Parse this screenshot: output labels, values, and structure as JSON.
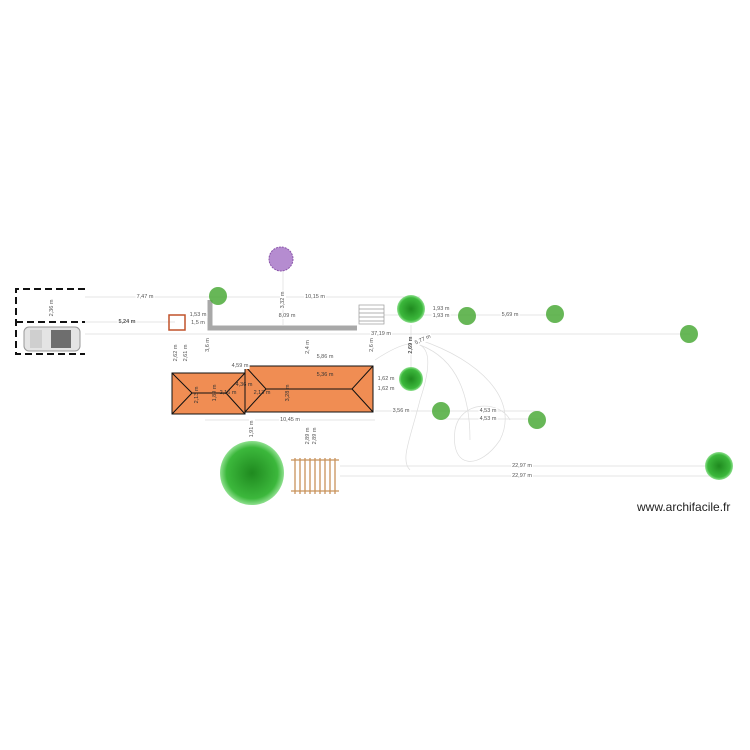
{
  "plan": {
    "dimensions": [
      "7,47 m",
      "2,36 m",
      "5,24 m",
      "1,53 m",
      "1,5 m",
      "3,32 m",
      "10,15 m",
      "8,09 m",
      "37,19 m",
      "2,62 m",
      "2,61 m",
      "3,6 m",
      "2,4 m",
      "2,6 m",
      "5,86 m",
      "4,59 m",
      "5,36 m",
      "2,13 m",
      "1,89 m",
      "4,36 m",
      "2,16 m",
      "2,13 m",
      "3,28 m",
      "10,45 m",
      "1,91 m",
      "2,89 m",
      "2,89 m",
      "1,93 m",
      "1,93 m",
      "5,69 m",
      "2,69 m",
      "5,77 m",
      "1,62 m",
      "1,62 m",
      "3,56 m",
      "4,53 m",
      "4,53 m",
      "22,97 m",
      "22,97 m"
    ],
    "colors": {
      "roof": "#f08d53",
      "wall": "#a8a8a8",
      "tree": "#2ea52e",
      "pergola": "#c8925a",
      "flowers": "#a060c0"
    }
  },
  "watermark": "www.archifacile.fr"
}
